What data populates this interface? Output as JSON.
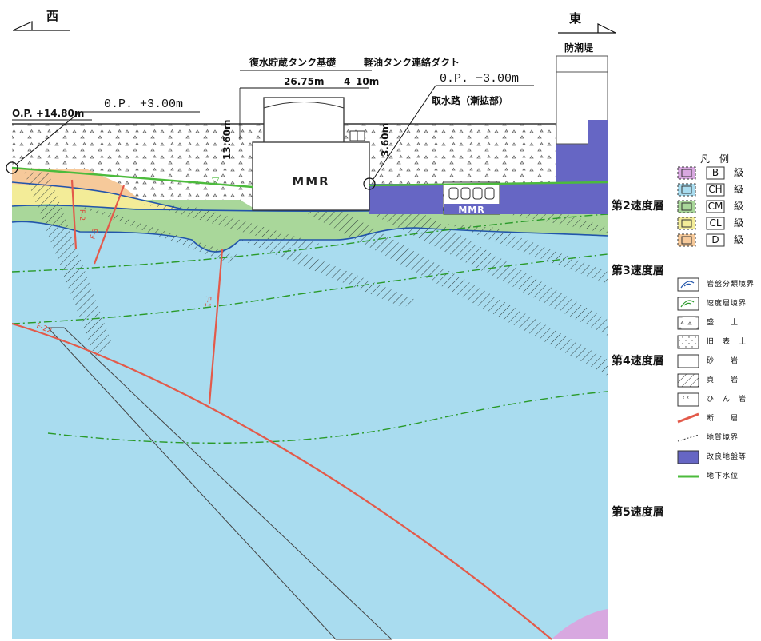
{
  "directions": {
    "west": "西",
    "east": "東"
  },
  "structures": {
    "tank_foundation": "復水貯蔵タンク基礎",
    "oil_duct": "軽油タンク連絡ダクト",
    "seawall": "防潮堤",
    "intake": "取水路（漸拡部）"
  },
  "dimensions": {
    "width_main": "26.75m",
    "width_a": "4",
    "width_b": "10m",
    "height_a": "13.60m",
    "height_b": "3.60m"
  },
  "elevations": {
    "ground": "O.P. +14.80m",
    "op_plus": "0.P. +3.00m",
    "op_minus": "0.P. −3.00m"
  },
  "mmr": {
    "main": "MMR",
    "intake": "MMR"
  },
  "velocity_layers": [
    "第2速度層",
    "第3速度層",
    "第4速度層",
    "第5速度層"
  ],
  "fault_tags": [
    "F-2",
    "F-3",
    "F-1",
    "F-22"
  ],
  "legend": {
    "title": "凡　例",
    "grades": [
      {
        "code": "B",
        "box": "B",
        "grade": "級",
        "color": "#d8a8e0"
      },
      {
        "code": "CH",
        "box": "CH",
        "grade": "級",
        "color": "#a9dcef"
      },
      {
        "code": "CM",
        "box": "CM",
        "grade": "級",
        "color": "#a9d79a"
      },
      {
        "code": "CL",
        "box": "CL",
        "grade": "級",
        "color": "#f3ec98"
      },
      {
        "code": "D",
        "box": "D",
        "grade": "級",
        "color": "#f6c99a"
      }
    ],
    "symbols": [
      {
        "icon": "rock-class-boundary",
        "label": "岩盤分類境界"
      },
      {
        "icon": "velocity-layer-boundary",
        "label": "速度層境界"
      },
      {
        "icon": "fill",
        "label": "盛　　土"
      },
      {
        "icon": "old-topsoil",
        "label": "旧　表　土"
      },
      {
        "icon": "sandstone",
        "label": "砂　　岩"
      },
      {
        "icon": "shale",
        "label": "頁　　岩"
      },
      {
        "icon": "porphyrite",
        "label": "ひ　ん　岩"
      },
      {
        "icon": "fault",
        "label": "断　　層"
      },
      {
        "icon": "geologic-boundary",
        "label": "地質境界"
      },
      {
        "icon": "improved-ground",
        "label": "改良地盤等"
      },
      {
        "icon": "groundwater",
        "label": "地下水位"
      }
    ]
  },
  "colors": {
    "ch_rock": "#a9dcef",
    "cm_rock": "#a9d79a",
    "cl_rock": "#f3ec98",
    "d_rock": "#f6c99a",
    "b_rock": "#d8a8e0",
    "improved": "#6666c4",
    "fault": "#e35a4a",
    "groundwater": "#4cbb3c",
    "boundary": "#2255aa",
    "velocity": "#2a9a2a"
  }
}
